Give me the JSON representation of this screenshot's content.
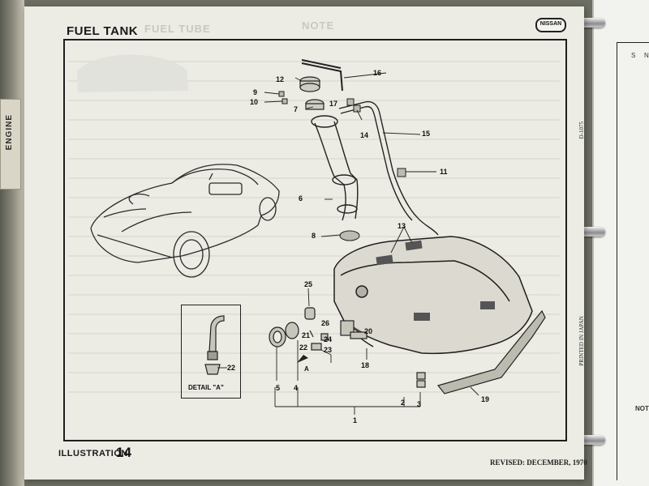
{
  "page": {
    "title": "FUEL TANK",
    "section_tab": "ENGINE",
    "illustration_label": "ILLUSTRATION",
    "illustration_number": "14",
    "revised": "REVISED: DECEMBER, 1970",
    "printed": "PRINTED IN JAPAN",
    "doc_code": "D-1075",
    "logo_text": "NISSAN",
    "ghost_header_left": "FUEL TUBE",
    "ghost_header_right": "NOTE"
  },
  "right_page": {
    "col_s": "S",
    "col_n": "N",
    "note": "NOT"
  },
  "detail": {
    "label": "DETAIL \"A\"",
    "arrow_label": "A",
    "part_number": "22"
  },
  "callouts": [
    "1",
    "2",
    "3",
    "4",
    "5",
    "6",
    "7",
    "8",
    "9",
    "10",
    "11",
    "12",
    "13",
    "14",
    "15",
    "16",
    "17",
    "18",
    "19",
    "20",
    "21",
    "22",
    "23",
    "24",
    "25",
    "26"
  ],
  "colors": {
    "paper": "#ecebe4",
    "ink": "#1e1e1e",
    "binder": "#6d6f64"
  }
}
